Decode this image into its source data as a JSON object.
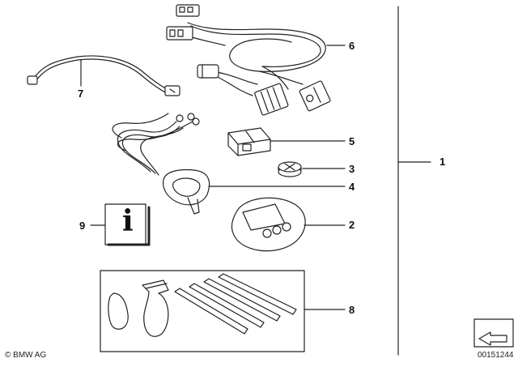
{
  "callouts": {
    "n1": "1",
    "n2": "2",
    "n3": "3",
    "n4": "4",
    "n5": "5",
    "n6": "6",
    "n7": "7",
    "n8": "8",
    "n9": "9"
  },
  "info_glyph": "i",
  "copyright": "© BMW AG",
  "diagram_id": "00151244"
}
